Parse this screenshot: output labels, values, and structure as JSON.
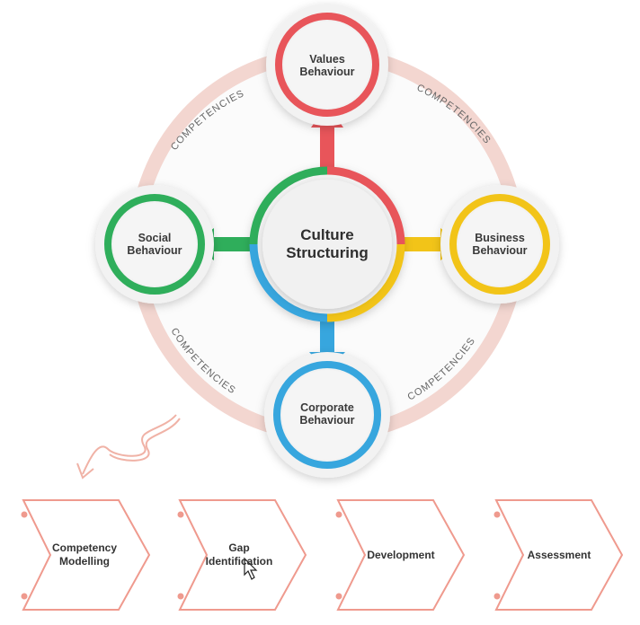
{
  "diagram": {
    "center": {
      "line1": "Culture",
      "line2": "Structuring"
    },
    "nodes": {
      "top": {
        "line1": "Values",
        "line2": "Behaviour",
        "color": "#e8555a"
      },
      "left": {
        "line1": "Social",
        "line2": "Behaviour",
        "color": "#2fae5b"
      },
      "right": {
        "line1": "Business",
        "line2": "Behaviour",
        "color": "#f2c418"
      },
      "bottom": {
        "line1": "Corporate",
        "line2": "Behaviour",
        "color": "#37a6de"
      }
    },
    "ring_label": "COMPETENCIES",
    "ring_color": "#f3d6d0"
  },
  "process": {
    "color": "#ef9a8e",
    "steps": [
      {
        "line1": "Competency",
        "line2": "Modelling"
      },
      {
        "line1": "Gap",
        "line2": "Identification"
      },
      {
        "line1": "Development",
        "line2": ""
      },
      {
        "line1": "Assessment",
        "line2": ""
      }
    ]
  }
}
